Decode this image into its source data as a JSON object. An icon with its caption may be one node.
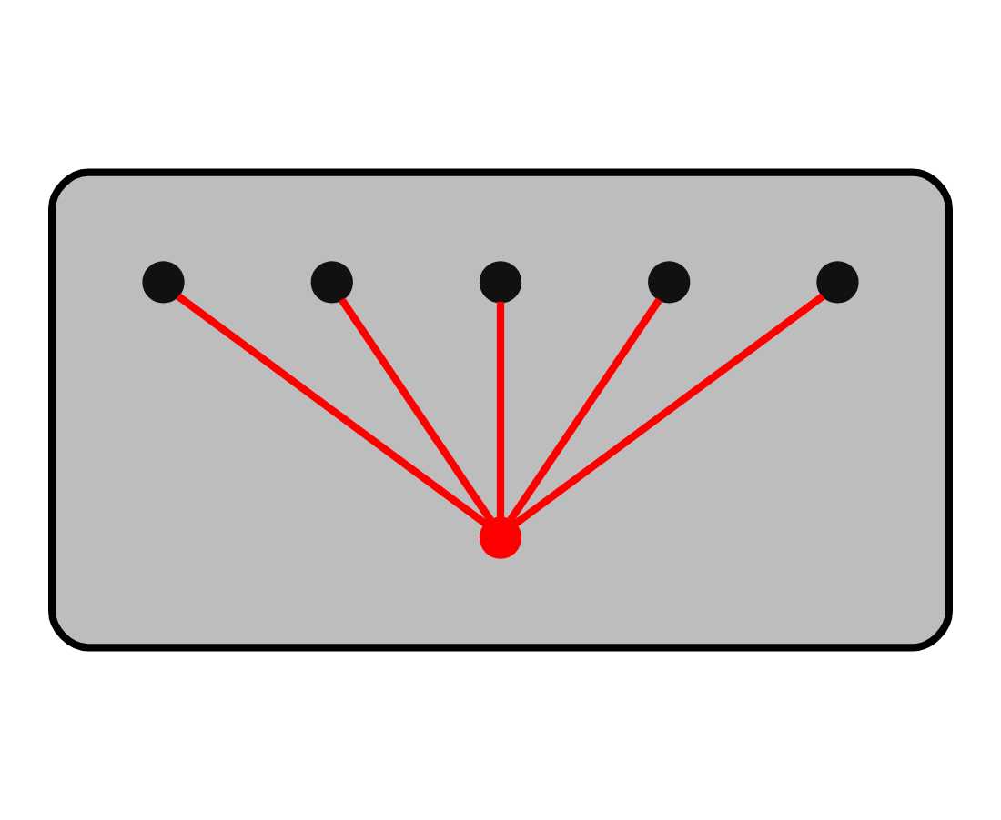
{
  "diagram": {
    "nodes": [
      {
        "text": [],
        "shape": "blob"
      },
      {
        "text": [],
        "shape": "circle",
        "in": 0
      },
      {
        "text": [],
        "shape": "circle",
        "in": 0
      },
      {
        "text": [],
        "shape": "circle",
        "in": 0
      },
      {
        "text": [],
        "shape": "circle",
        "in": 0
      },
      {
        "text": [],
        "shape": "circle",
        "in": 0
      },
      {
        "text": [],
        "shape": "circle",
        "in": 0
      }
    ],
    "edges": [
      {
        "from": 1,
        "to": 2,
        "arrow": "none"
      },
      {
        "from": 1,
        "to": 3,
        "arrow": "none"
      },
      {
        "from": 1,
        "to": 4,
        "arrow": "none"
      },
      {
        "from": 1,
        "to": 5,
        "arrow": "none"
      },
      {
        "from": 1,
        "to": 6,
        "arrow": "none"
      }
    ]
  }
}
